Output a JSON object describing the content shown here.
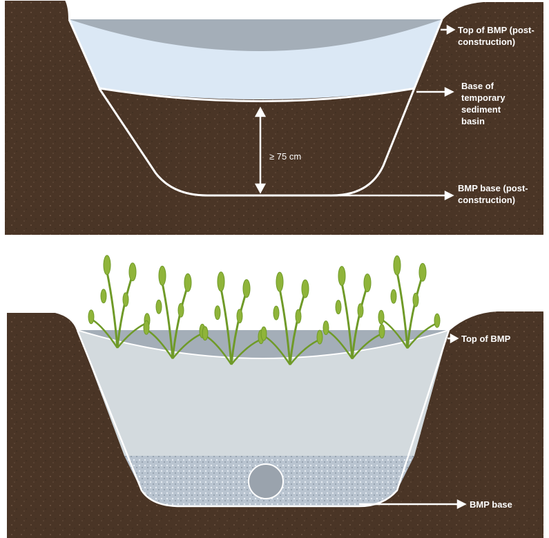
{
  "top_panel": {
    "labels": {
      "top_of_bmp": "Top of BMP (post-construction)",
      "base_of_basin": "Base of temporary sediment basin",
      "bmp_base": "BMP base (post-construction)",
      "depth": "≥ 75 cm"
    }
  },
  "bottom_panel": {
    "labels": {
      "top_of_bmp": "Top of BMP",
      "bmp_base": "BMP base"
    }
  },
  "colors": {
    "soil": "#4a3526",
    "water_light": "#dbe8f5",
    "water_dark": "#a4aeb8",
    "filter_media": "#d3dade",
    "gravel": "#b9c4d0",
    "plant": "#8fb43a"
  }
}
